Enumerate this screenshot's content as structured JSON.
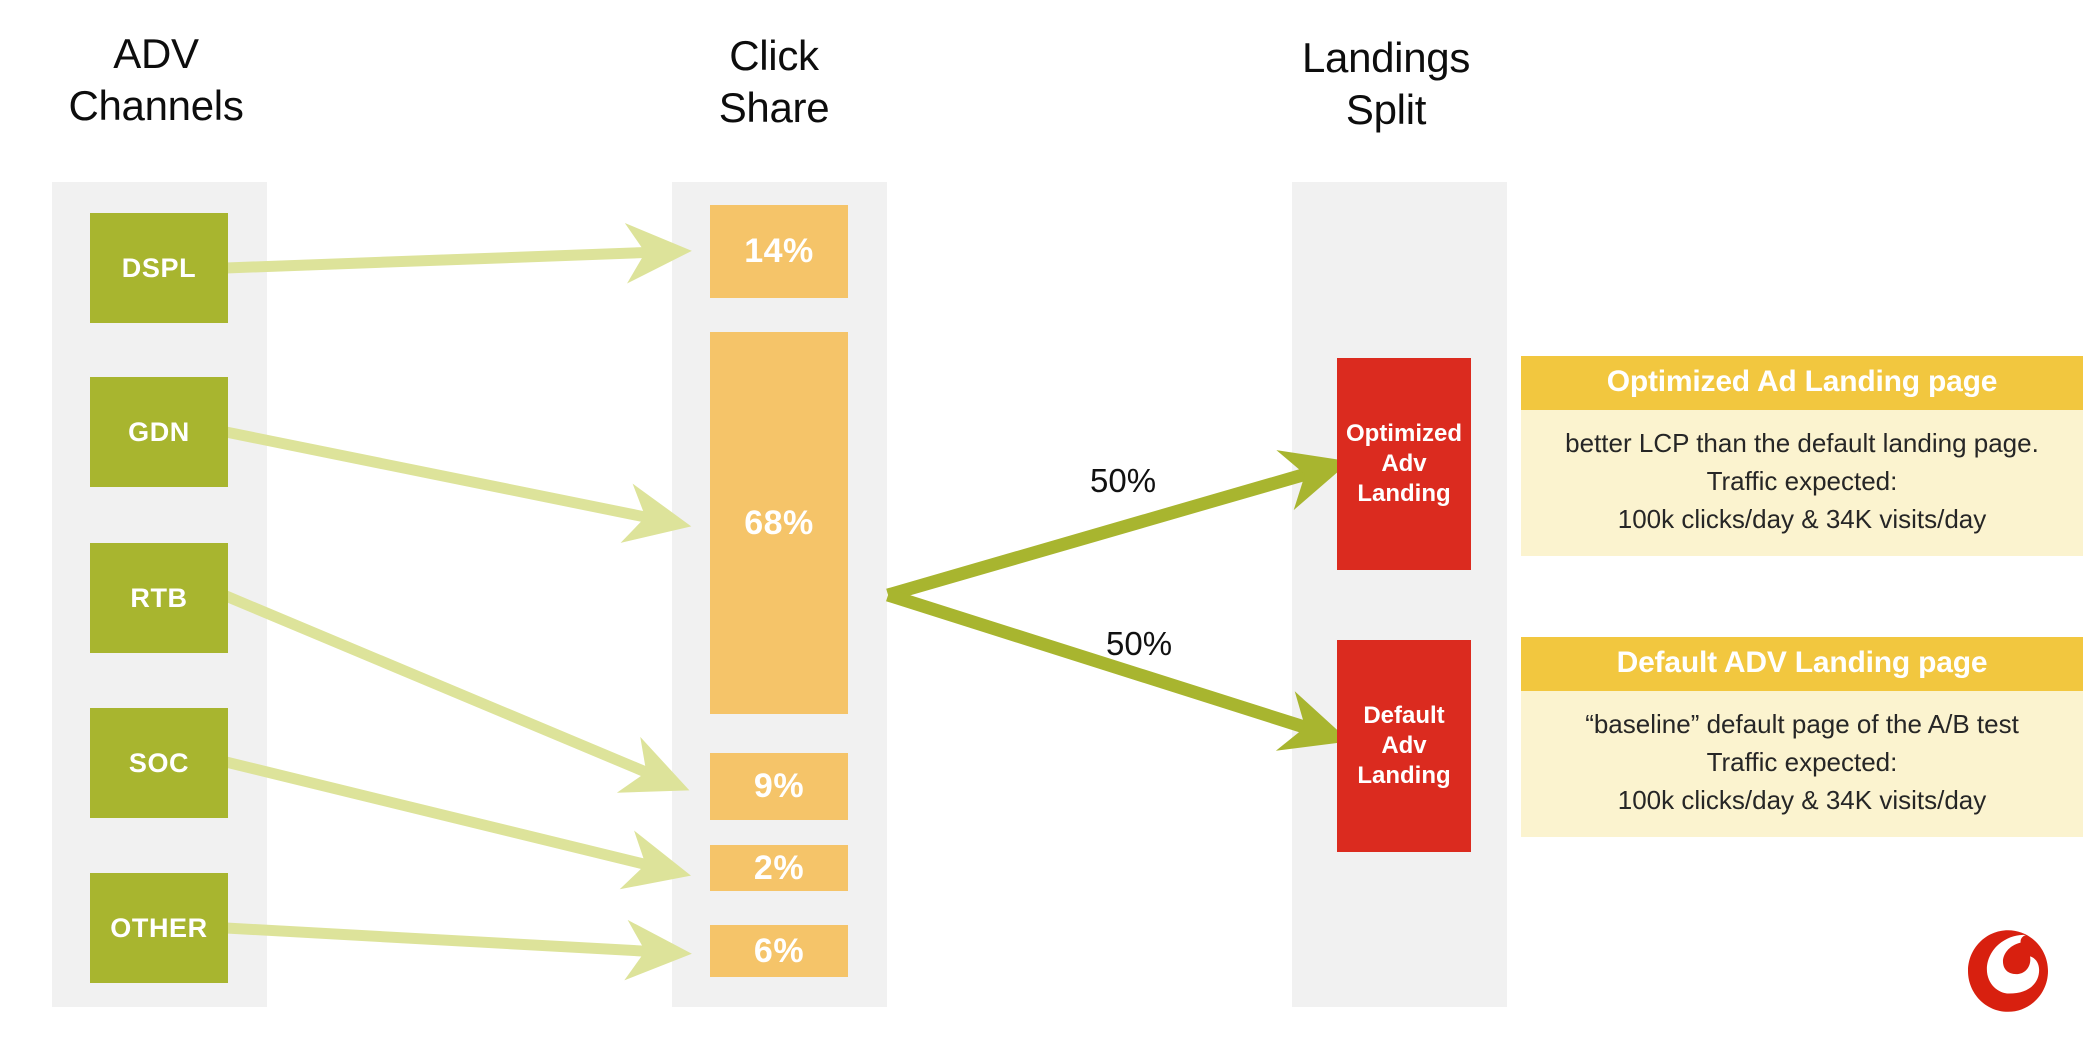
{
  "columns": {
    "adv_channels_title": "ADV\nChannels",
    "click_share_title": "Click\nShare",
    "landings_split_title": "Landings\nSplit"
  },
  "channels": [
    {
      "label": "DSPL"
    },
    {
      "label": "GDN"
    },
    {
      "label": "RTB"
    },
    {
      "label": "SOC"
    },
    {
      "label": "OTHER"
    }
  ],
  "click_share": [
    {
      "label": "14%"
    },
    {
      "label": "68%"
    },
    {
      "label": "9%"
    },
    {
      "label": "2%"
    },
    {
      "label": "6%"
    }
  ],
  "landings": [
    {
      "label": "Optimized\nAdv\nLanding"
    },
    {
      "label": "Default\nAdv\nLanding"
    }
  ],
  "split": {
    "top_label": "50%",
    "bottom_label": "50%"
  },
  "info_cards": [
    {
      "title": "Optimized Ad Landing page",
      "body": "better LCP than the default landing page.\nTraffic expected:\n100k clicks/day  & 34K visits/day"
    },
    {
      "title": "Default ADV Landing page",
      "body": "“baseline” default page of the A/B test\nTraffic expected:\n100k clicks/day  & 34K visits/day"
    }
  ],
  "logo": {
    "name": "vodafone-logo"
  },
  "colors": {
    "green": "#a8b52f",
    "light_green_arrow": "#dde39a",
    "orange": "#f5c469",
    "red": "#db2b1f",
    "header_yellow": "#f2c73f",
    "card_body": "#fbf3cf",
    "band_grey": "#f1f1f1",
    "logo_red": "#d8200f"
  },
  "chart_data": {
    "type": "bar",
    "title": "ADV Channels → Click Share → Landings Split",
    "categories": [
      "DSPL",
      "GDN",
      "RTB",
      "SOC",
      "OTHER"
    ],
    "click_share_order": [
      "14%",
      "68%",
      "9%",
      "2%",
      "6%"
    ],
    "values": [
      14,
      68,
      9,
      2,
      6
    ],
    "ylabel": "Click Share (%)",
    "xlabel": "ADV Channel",
    "ylim": [
      0,
      100
    ],
    "flows": [
      {
        "from": "DSPL",
        "to": "14%",
        "value": 14
      },
      {
        "from": "GDN",
        "to": "68%",
        "value": 68
      },
      {
        "from": "RTB",
        "to": "9%",
        "value": 9
      },
      {
        "from": "SOC",
        "to": "2%",
        "value": 2
      },
      {
        "from": "OTHER",
        "to": "6%",
        "value": 6
      }
    ],
    "landing_split": [
      {
        "target": "Optimized Adv Landing",
        "value": 50,
        "label": "50%"
      },
      {
        "target": "Default Adv Landing",
        "value": 50,
        "label": "50%"
      }
    ],
    "legend": [],
    "grid": false
  }
}
